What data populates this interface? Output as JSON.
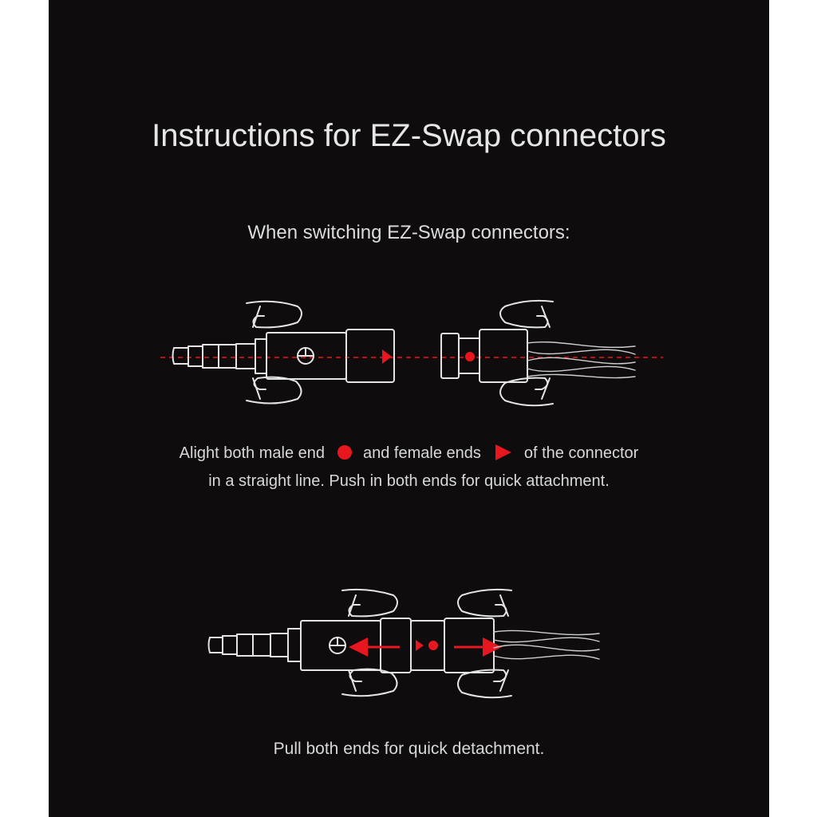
{
  "title": "Instructions for EZ-Swap connectors",
  "subtitle": "When switching EZ-Swap connectors:",
  "caption1": {
    "part_a": "Alight both male end",
    "part_b": "and female ends",
    "part_c": "of the connector",
    "line2": "in a straight line. Push in both ends for quick attachment."
  },
  "caption2": "Pull both ends for quick detachment.",
  "colors": {
    "accent": "#e8161f",
    "background": "#0e0c0c",
    "line_art": "#e4e4e4",
    "text": "#dedede"
  },
  "icons": {
    "male_marker": "red-dot-icon",
    "female_marker": "red-triangle-icon",
    "push_arrows": "red-arrow-icon"
  }
}
